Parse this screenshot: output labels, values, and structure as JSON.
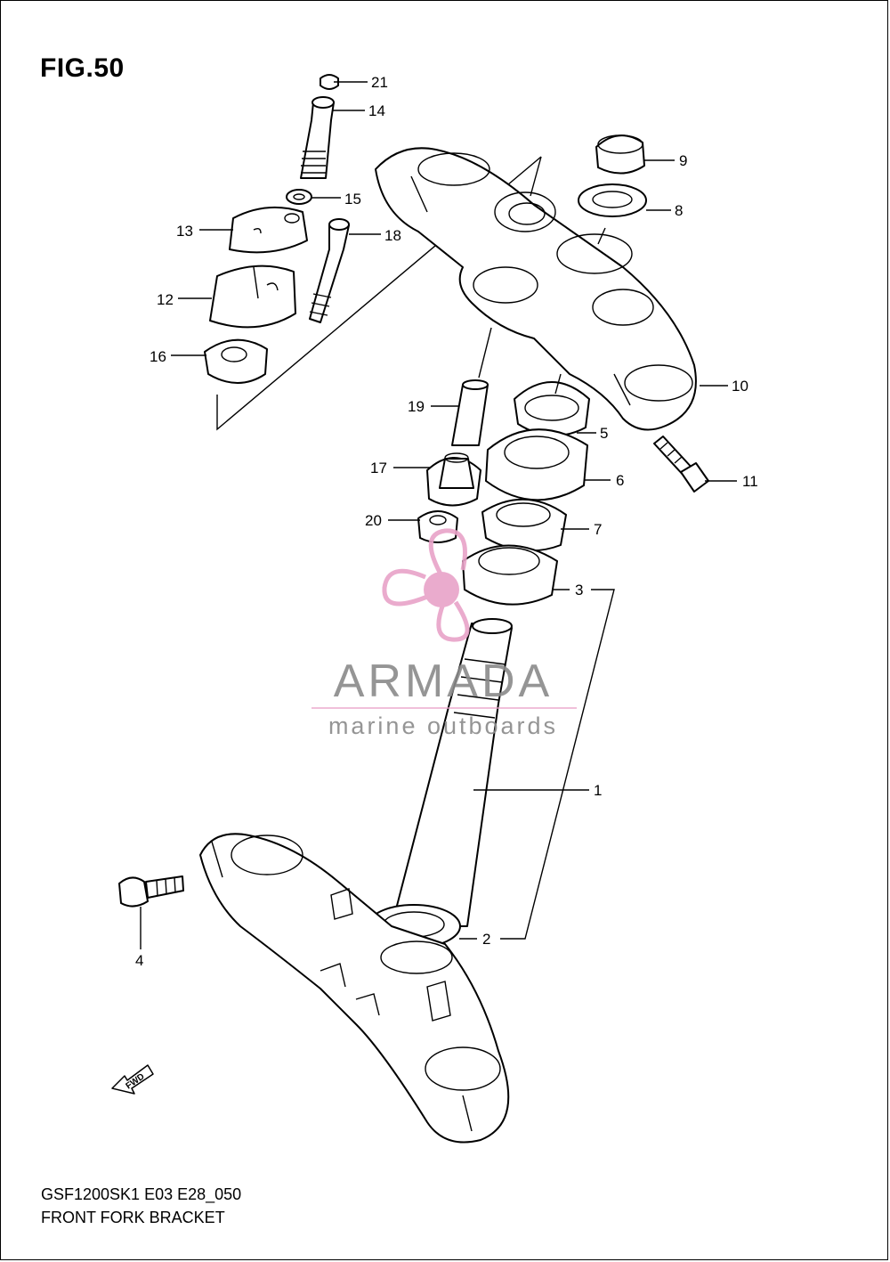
{
  "figure": {
    "title": "FIG.50",
    "code": "GSF1200SK1 E03 E28_050",
    "name": "FRONT FORK BRACKET"
  },
  "callouts": [
    {
      "id": "21",
      "label": "21"
    },
    {
      "id": "14",
      "label": "14"
    },
    {
      "id": "15",
      "label": "15"
    },
    {
      "id": "13",
      "label": "13"
    },
    {
      "id": "18",
      "label": "18"
    },
    {
      "id": "12",
      "label": "12"
    },
    {
      "id": "16",
      "label": "16"
    },
    {
      "id": "9",
      "label": "9"
    },
    {
      "id": "8",
      "label": "8"
    },
    {
      "id": "10",
      "label": "10"
    },
    {
      "id": "19",
      "label": "19"
    },
    {
      "id": "5",
      "label": "5"
    },
    {
      "id": "17",
      "label": "17"
    },
    {
      "id": "6",
      "label": "6"
    },
    {
      "id": "11",
      "label": "11"
    },
    {
      "id": "20",
      "label": "20"
    },
    {
      "id": "7",
      "label": "7"
    },
    {
      "id": "3",
      "label": "3"
    },
    {
      "id": "1",
      "label": "1"
    },
    {
      "id": "2",
      "label": "2"
    },
    {
      "id": "4",
      "label": "4"
    }
  ],
  "fwd_label": "FWD",
  "watermark": {
    "brand": "ARMADA",
    "tagline": "marine outboards",
    "accent_color": "#e8a2c8",
    "text_color": "#8a8a8a"
  }
}
